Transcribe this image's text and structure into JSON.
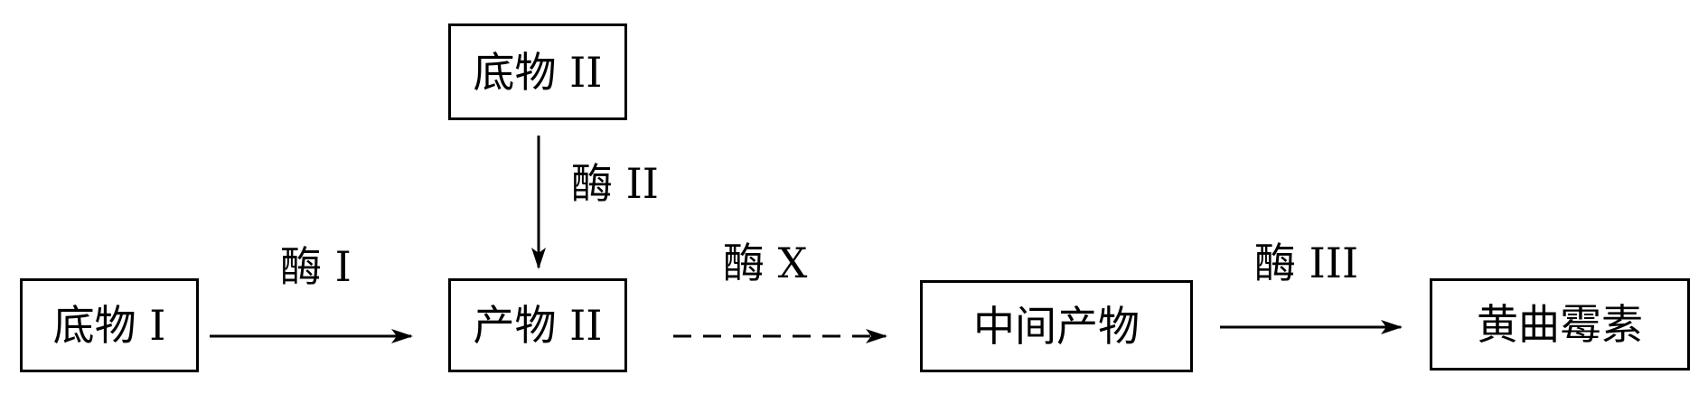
{
  "nodes": {
    "substrate_1": "底物 I",
    "substrate_2": "底物 II",
    "product_2": "产物 II",
    "intermediate": "中间产物",
    "aflatoxin": "黄曲霉素"
  },
  "enzymes": {
    "enzyme_1": "酶 I",
    "enzyme_2": "酶 II",
    "enzyme_x": "酶 X",
    "enzyme_3": "酶 III"
  }
}
